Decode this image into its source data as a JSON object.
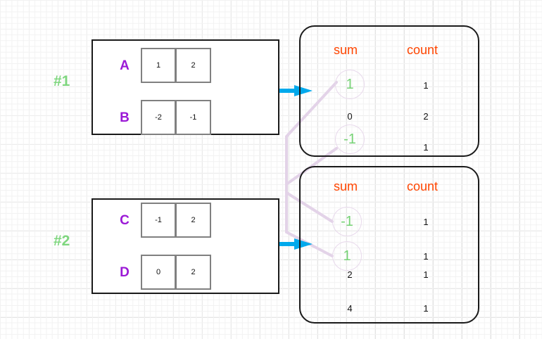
{
  "diagram": {
    "groups": [
      {
        "label": "#1",
        "rows": [
          {
            "name": "A",
            "cells": [
              "1",
              "2"
            ]
          },
          {
            "name": "B",
            "cells": [
              "-2",
              "-1"
            ]
          }
        ]
      },
      {
        "label": "#2",
        "rows": [
          {
            "name": "C",
            "cells": [
              "-1",
              "2"
            ]
          },
          {
            "name": "D",
            "cells": [
              "0",
              "2"
            ]
          }
        ]
      }
    ],
    "panels": [
      {
        "headers": {
          "sum": "sum",
          "count": "count"
        },
        "rows": [
          {
            "sum": "1",
            "count": "1",
            "highlighted": true
          },
          {
            "sum": "0",
            "count": "2",
            "highlighted": false
          },
          {
            "sum": "-1",
            "count": "1",
            "highlighted": true
          }
        ]
      },
      {
        "headers": {
          "sum": "sum",
          "count": "count"
        },
        "rows": [
          {
            "sum": "-1",
            "count": "1",
            "highlighted": true
          },
          {
            "sum": "1",
            "count": "1",
            "highlighted": true
          },
          {
            "sum": "2",
            "count": "1",
            "highlighted": false
          },
          {
            "sum": "4",
            "count": "1",
            "highlighted": false
          }
        ]
      }
    ],
    "arrows": [
      {
        "name": "arrow-group1-to-panel-top"
      },
      {
        "name": "arrow-group2-to-panel-bottom"
      }
    ],
    "colors": {
      "group_label": "#7ed67e",
      "row_name": "#9b19d6",
      "panel_header": "#ff4500",
      "highlight_text": "#76d275",
      "highlight_circle": "#e8d9ec",
      "arrow": "#00a9ec",
      "connector": "#e3d3e8",
      "box_border": "#1a1a1a",
      "cell_border": "#808080",
      "grid_minor": "#f2f2f2",
      "grid_major": "#e2e2e2"
    }
  }
}
